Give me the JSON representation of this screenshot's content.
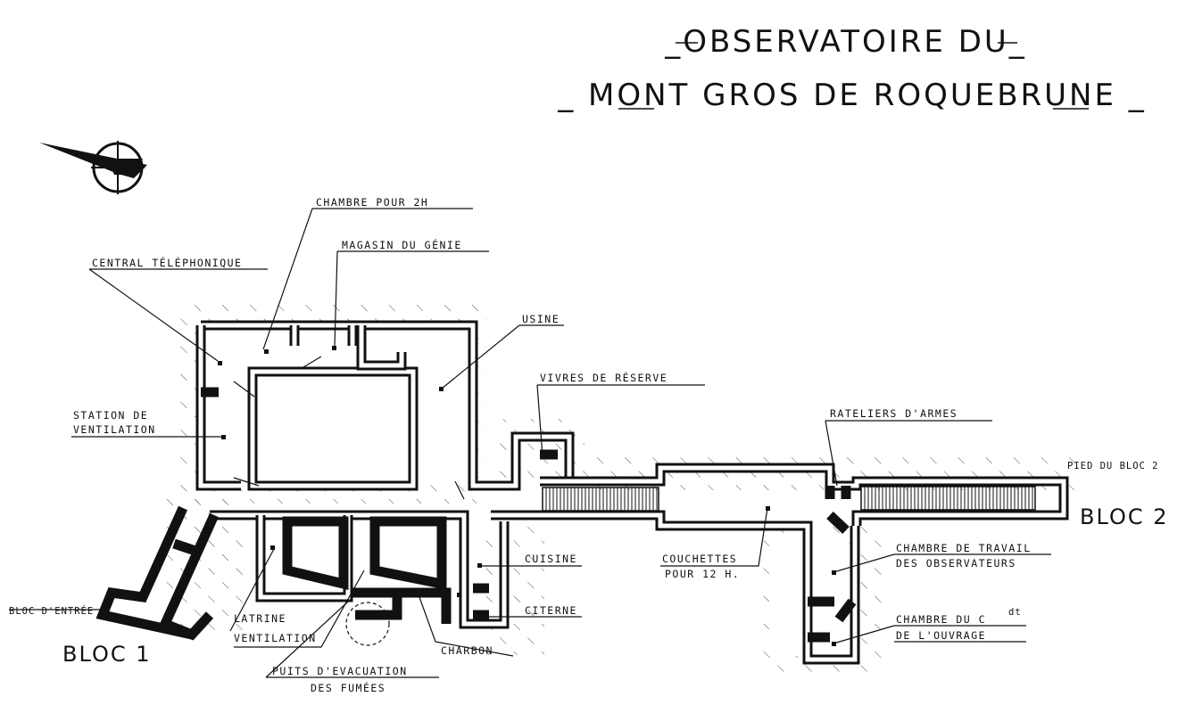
{
  "title": {
    "line1": "_OBSERVATOIRE DU_",
    "line2": "_ MONT GROS DE ROQUEBRUNE _"
  },
  "blocks": {
    "bloc1": "BLOC 1",
    "bloc2": "BLOC 2",
    "bloc_entree": "BLOC D'ENTRÉE",
    "pied_bloc2": "PIED DU BLOC 2"
  },
  "labels": {
    "chambre_2h": "CHAMBRE POUR 2H",
    "magasin_genie": "MAGASIN DU GÉNIE",
    "central_telephonique": "CENTRAL TÉLÉPHONIQUE",
    "usine": "USINE",
    "vivres_reserve": "VIVRES DE RÉSERVE",
    "station_ventilation_1": "STATION DE",
    "station_ventilation_2": "VENTILATION",
    "rateliers_armes": "RATELIERS D'ARMES",
    "cuisine": "CUISINE",
    "couchettes_1": "COUCHETTES",
    "couchettes_2": "POUR 12 H.",
    "chambre_travail_1": "CHAMBRE DE TRAVAIL",
    "chambre_travail_2": "DES OBSERVATEURS",
    "citerne": "CITERNE",
    "latrine": "LATRINE",
    "ventilation": "VENTILATION",
    "charbon": "CHARBON",
    "chambre_cdt_1": "CHAMBRE DU C",
    "chambre_cdt_sup": "dt",
    "chambre_cdt_2": "DE L'OUVRAGE",
    "puits_1": "PUITS D'EVACUATION",
    "puits_2": "DES FUMÉES"
  },
  "colors": {
    "ink": "#111111",
    "paper": "#ffffff"
  }
}
